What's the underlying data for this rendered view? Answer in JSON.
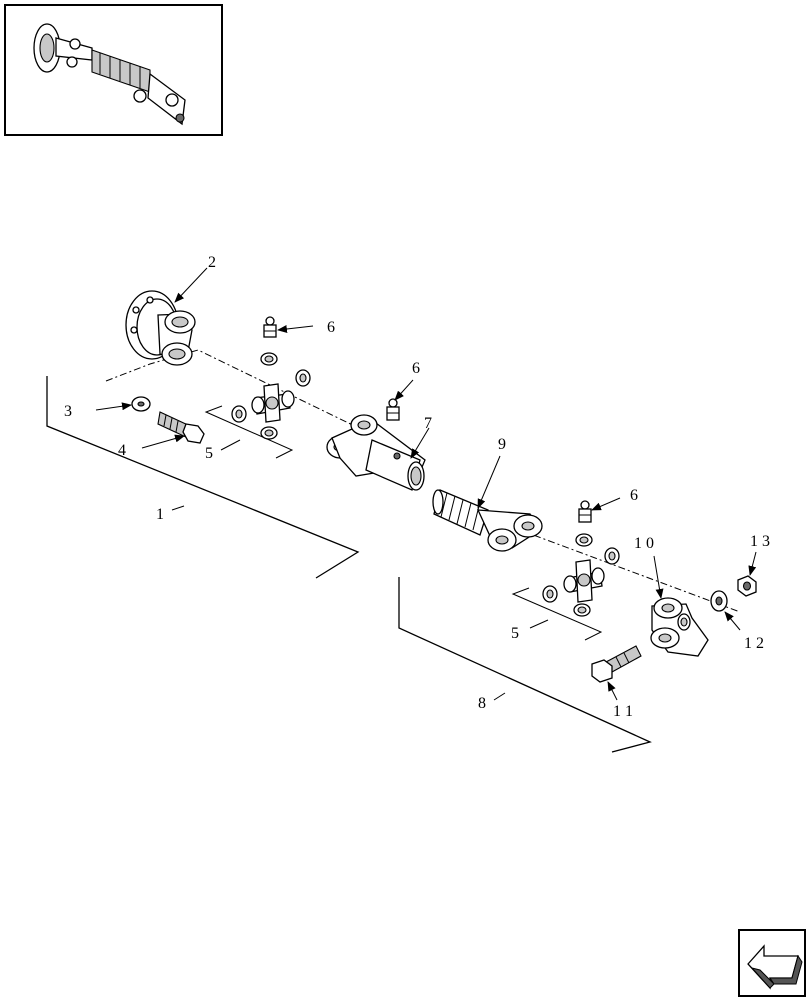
{
  "callouts": {
    "c1": "1",
    "c2": "2",
    "c3": "3",
    "c4": "4",
    "c5a": "5",
    "c5b": "5",
    "c6a": "6",
    "c6b": "6",
    "c6c": "6",
    "c7": "7",
    "c8": "8",
    "c9": "9",
    "c10": "1 0",
    "c11": "1 1",
    "c12": "1 2",
    "c13": "1 3"
  },
  "nav": {
    "icon": "back-arrow-icon"
  }
}
